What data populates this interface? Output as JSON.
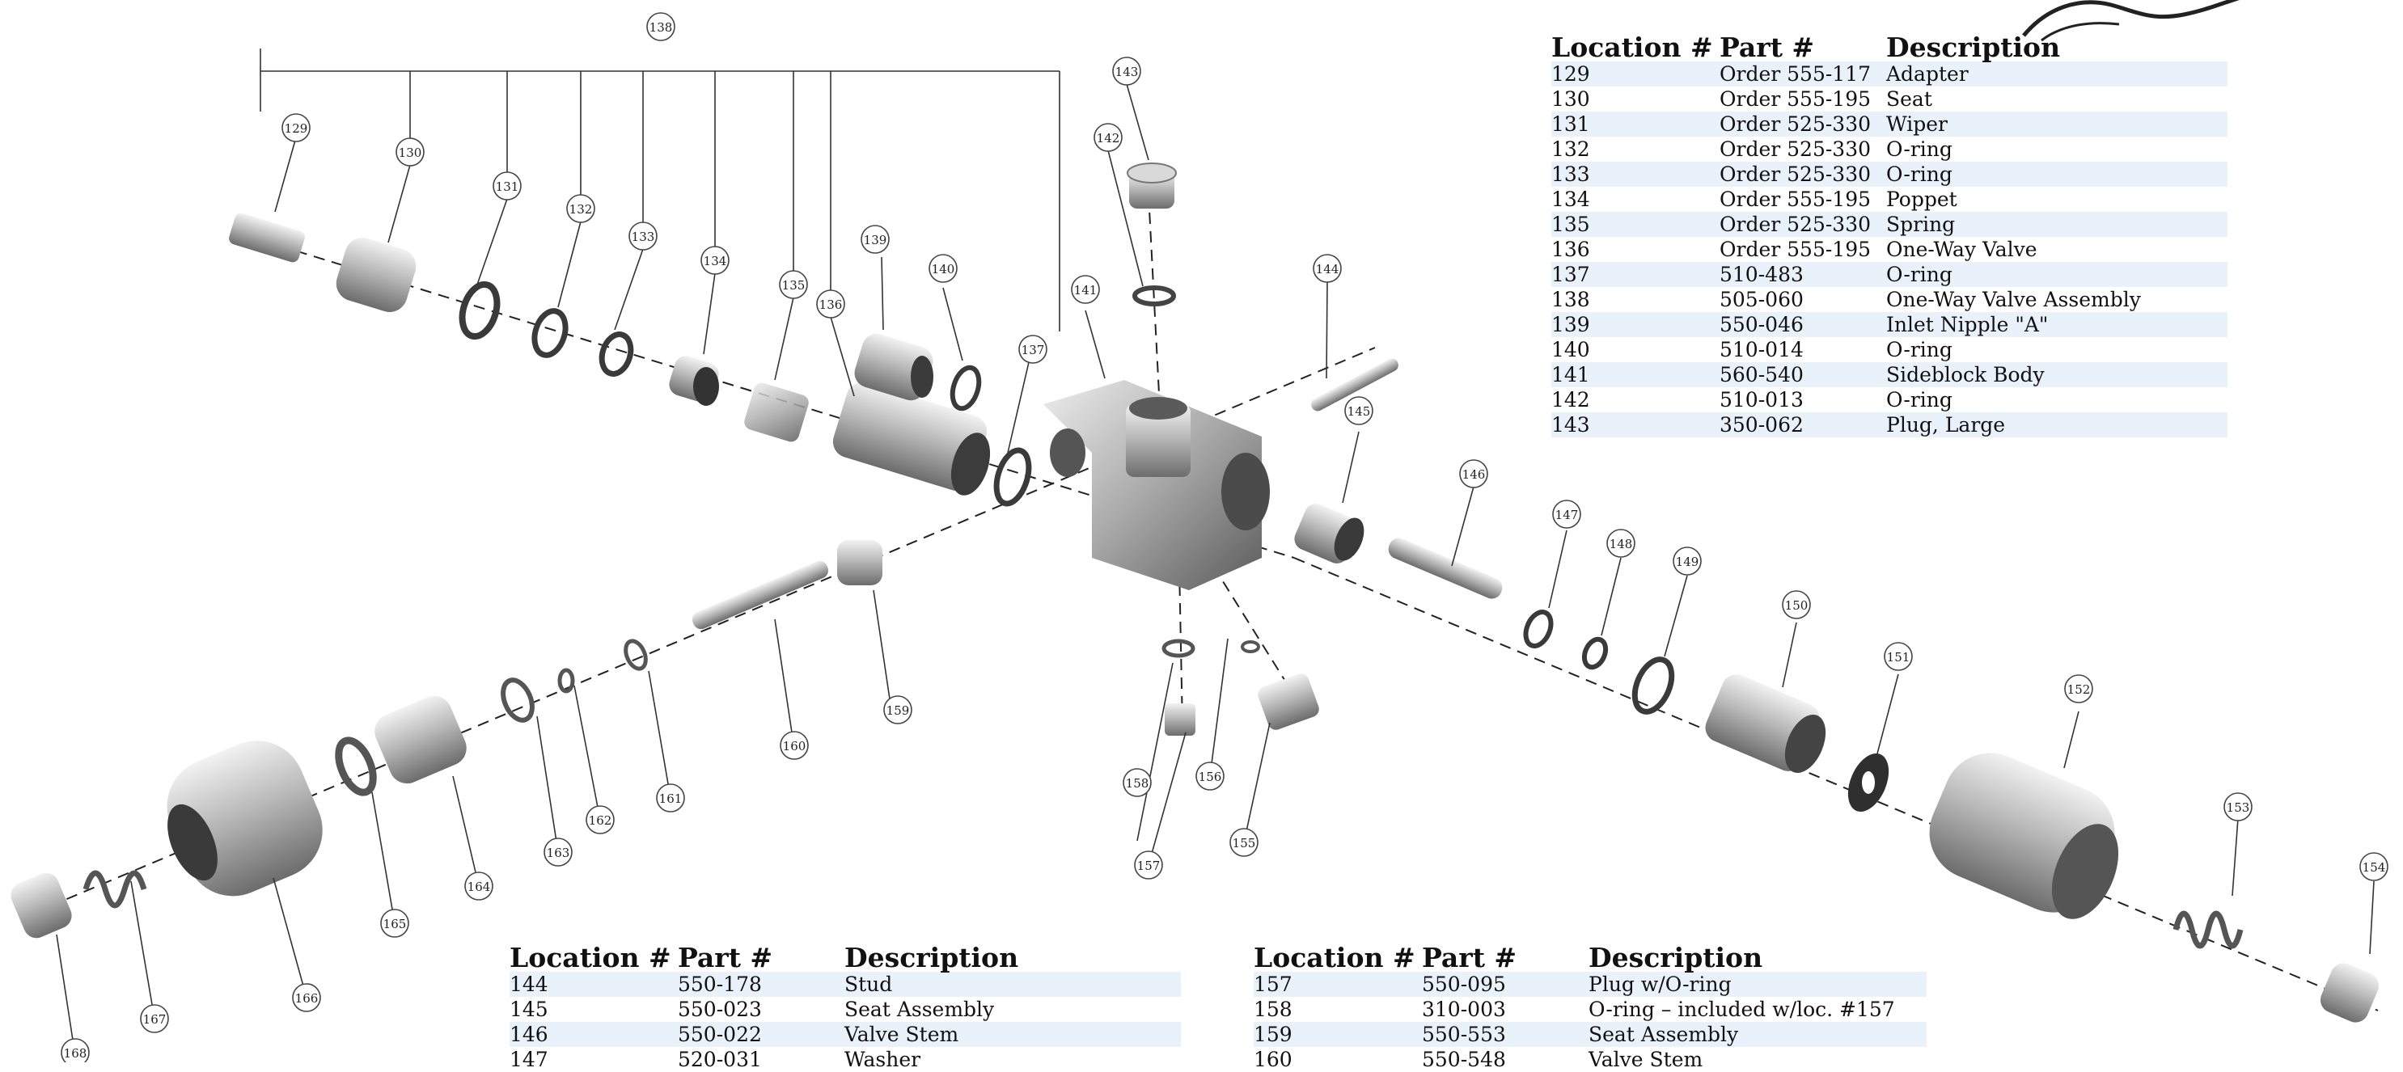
{
  "callouts": [
    "129",
    "130",
    "131",
    "132",
    "133",
    "134",
    "135",
    "136",
    "137",
    "138",
    "139",
    "140",
    "141",
    "142",
    "143",
    "144",
    "145",
    "146",
    "147",
    "148",
    "149",
    "150",
    "151",
    "152",
    "153",
    "154",
    "155",
    "156",
    "157",
    "158",
    "159",
    "160",
    "161",
    "162",
    "163",
    "164",
    "165",
    "166",
    "167",
    "168"
  ],
  "tables": [
    {
      "headers": [
        "Location #",
        "Part #",
        "Description"
      ],
      "rows": [
        [
          "129",
          "Order 555-117",
          "Adapter"
        ],
        [
          "130",
          "Order 555-195",
          "Seat"
        ],
        [
          "131",
          "Order 525-330",
          "Wiper"
        ],
        [
          "132",
          "Order 525-330",
          "O-ring"
        ],
        [
          "133",
          "Order 525-330",
          "O-ring"
        ],
        [
          "134",
          "Order 555-195",
          "Poppet"
        ],
        [
          "135",
          "Order 525-330",
          "Spring"
        ],
        [
          "136",
          "Order 555-195",
          "One-Way Valve"
        ],
        [
          "137",
          "510-483",
          "O-ring"
        ],
        [
          "138",
          "505-060",
          "One-Way Valve Assembly"
        ],
        [
          "139",
          "550-046",
          "Inlet Nipple \"A\""
        ],
        [
          "140",
          "510-014",
          "O-ring"
        ],
        [
          "141",
          "560-540",
          "Sideblock Body"
        ],
        [
          "142",
          "510-013",
          "O-ring"
        ],
        [
          "143",
          "350-062",
          "Plug, Large"
        ]
      ]
    },
    {
      "headers": [
        "Location #",
        "Part #",
        "Description"
      ],
      "rows": [
        [
          "144",
          "550-178",
          "Stud"
        ],
        [
          "145",
          "550-023",
          "Seat Assembly"
        ],
        [
          "146",
          "550-022",
          "Valve Stem"
        ],
        [
          "147",
          "520-031",
          "Washer"
        ]
      ]
    },
    {
      "headers": [
        "Location #",
        "Part #",
        "Description"
      ],
      "rows": [
        [
          "157",
          "550-095",
          "Plug w/O-ring"
        ],
        [
          "158",
          "310-003",
          "O-ring – included w/loc. #157"
        ],
        [
          "159",
          "550-553",
          "Seat Assembly"
        ],
        [
          "160",
          "550-548",
          "Valve Stem"
        ]
      ]
    }
  ]
}
